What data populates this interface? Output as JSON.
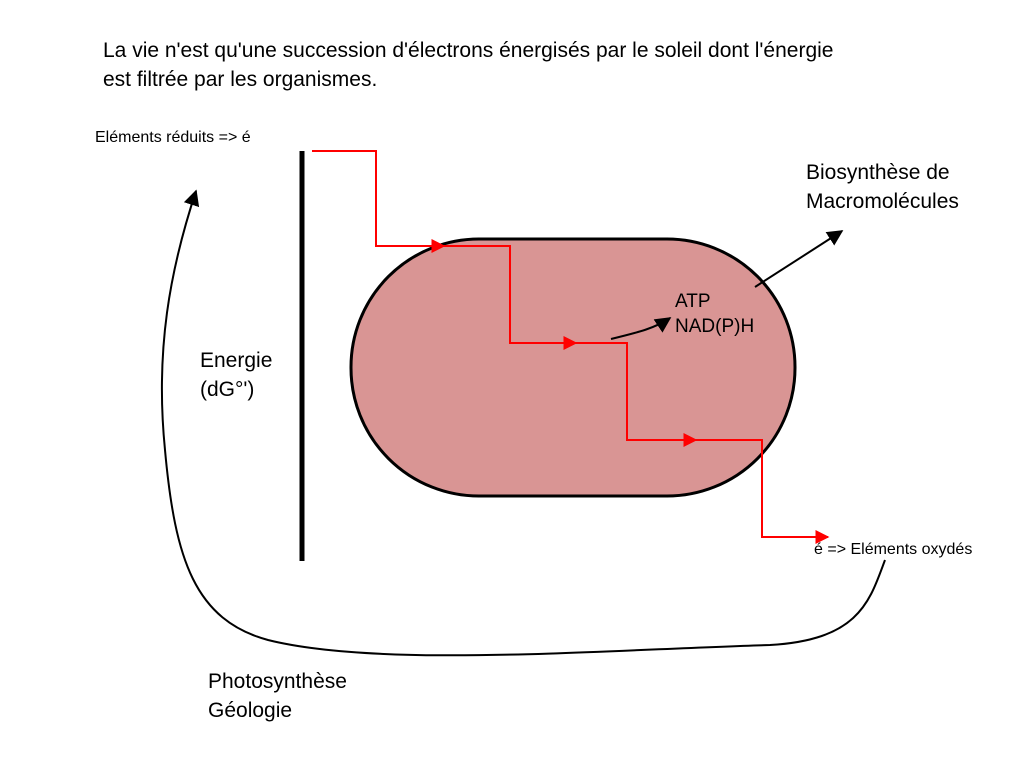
{
  "title": {
    "line1": "La vie n'est qu'une succession d'électrons énergisés par le soleil dont l'énergie",
    "line2": "est filtrée par les organismes."
  },
  "labels": {
    "reduced": "Eléments réduits => é",
    "biosynthesis_line1": "Biosynthèse de",
    "biosynthesis_line2": "Macromolécules",
    "atp": "ATP",
    "nadph": "NAD(P)H",
    "energy_line1": "Energie",
    "energy_line2": "(dG°')",
    "oxidized": "é => Eléments oxydés",
    "photo_line1": "Photosynthèse",
    "photo_line2": "Géologie"
  },
  "colors": {
    "cell_fill": "#d99594",
    "electron_path": "#ff0000",
    "stroke": "#000000"
  }
}
